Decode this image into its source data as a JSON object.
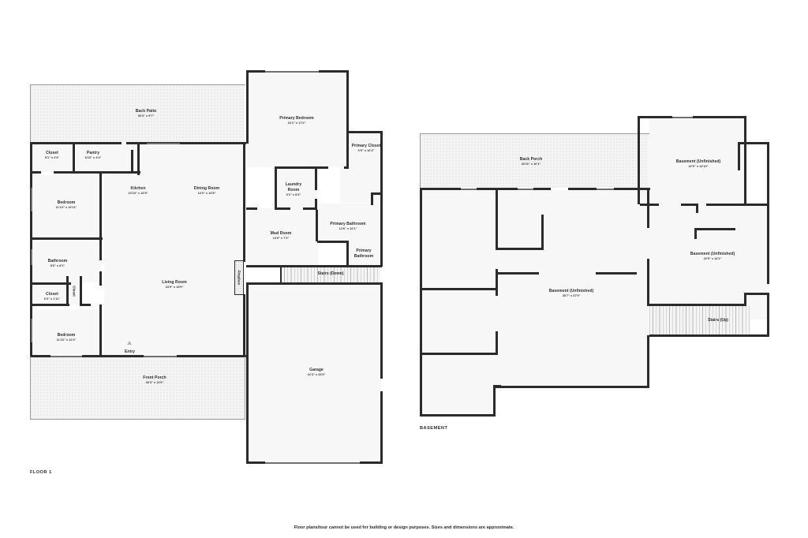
{
  "document": {
    "type": "real-estate-floor-plan",
    "footer_note": "Floor plans/tour cannot be used for building or design purposes. Sizes and dimensions are approximate.",
    "background_color": "#ffffff",
    "wall_color": "#2b2b2b",
    "room_fill": "#f7f7f7",
    "porch_fill": "#f4f4f4"
  },
  "floors": [
    {
      "tag": "FLOOR 1",
      "rooms": [
        {
          "name": "Back Patio",
          "dimensions": "36'3\" x 9'7\""
        },
        {
          "name": "Closet",
          "dimensions": "5'1\" x 4'4\""
        },
        {
          "name": "Pantry",
          "dimensions": "8'10\" x 4'4\""
        },
        {
          "name": "Bedroom",
          "dimensions": "11'10\" x 10'11\""
        },
        {
          "name": "Kitchen",
          "dimensions": "10'10\" x 16'5\""
        },
        {
          "name": "Dining Room",
          "dimensions": "13'0\" x 16'5\""
        },
        {
          "name": "Primary Bedroom",
          "dimensions": "16'1\" x 17'2\""
        },
        {
          "name": "Primary Closet",
          "dimensions": "6'5\" x 16'3\""
        },
        {
          "name": "Laundry Room",
          "dimensions": "6'1\" x 8'3\""
        },
        {
          "name": "Primary Bathroom",
          "dimensions": "12'6\" x 10'1\""
        },
        {
          "name": "Primary Bathroom",
          "dimensions": ""
        },
        {
          "name": "Mud Room",
          "dimensions": "10'9\" x 7'2\""
        },
        {
          "name": "Bathroom",
          "dimensions": "8'6\" x 8'1\""
        },
        {
          "name": "Closet",
          "dimensions": "6'0\" x 1'11\""
        },
        {
          "name": "Closet",
          "dimensions": ""
        },
        {
          "name": "Living Room",
          "dimensions": "23'9\" x 15'9\""
        },
        {
          "name": "Bedroom",
          "dimensions": "11'10\" x 12'4\""
        },
        {
          "name": "Front Porch",
          "dimensions": "36'3\" x 12'6\""
        },
        {
          "name": "Garage",
          "dimensions": "22'4\" x 33'9\""
        },
        {
          "name": "Stairs (Down)",
          "dimensions": ""
        },
        {
          "name": "Fireplace",
          "dimensions": ""
        },
        {
          "name": "Entry",
          "dimensions": ""
        }
      ]
    },
    {
      "tag": "BASEMENT",
      "rooms": [
        {
          "name": "Back Porch",
          "dimensions": "30'11\" x 10'1\""
        },
        {
          "name": "Basement (Unfinished)",
          "dimensions": "22'9\" x 14'10\""
        },
        {
          "name": "Basement (Unfinished)",
          "dimensions": "22'9\" x 16'2\""
        },
        {
          "name": "Basement (Unfinished)",
          "dimensions": "35'7\" x 37'9\""
        },
        {
          "name": "Stairs (Up)",
          "dimensions": ""
        }
      ]
    }
  ],
  "labels": {
    "back_patio": {
      "name": "Back Patio",
      "dim": "36'3\" x 9'7\""
    },
    "closet_top": {
      "name": "Closet",
      "dim": "5'1\" x 4'4\""
    },
    "pantry": {
      "name": "Pantry",
      "dim": "8'10\" x 4'4\""
    },
    "bedroom_upper": {
      "name": "Bedroom",
      "dim": "11'10\" x 10'11\""
    },
    "kitchen": {
      "name": "Kitchen",
      "dim": "10'10\" x 16'5\""
    },
    "dining_room": {
      "name": "Dining Room",
      "dim": "13'0\" x 16'5\""
    },
    "primary_bedroom": {
      "name": "Primary Bedroom",
      "dim": "16'1\" x 17'2\""
    },
    "primary_closet": {
      "name": "Primary Closet",
      "dim": "6'5\" x 16'3\""
    },
    "laundry_room": {
      "name1": "Laundry",
      "name2": "Room",
      "dim": "6'1\" x 8'3\""
    },
    "primary_bathroom": {
      "name": "Primary Bathroom",
      "dim": "12'6\" x 10'1\""
    },
    "primary_bath_small": {
      "name1": "Primary",
      "name2": "Bathroom"
    },
    "mud_room": {
      "name": "Mud Room",
      "dim": "10'9\" x 7'2\""
    },
    "bathroom": {
      "name": "Bathroom",
      "dim": "8'6\" x 8'1\""
    },
    "closet_lower": {
      "name": "Closet",
      "dim": "6'0\" x 1'11\""
    },
    "closet_vertical": {
      "name": "Closet"
    },
    "living_room": {
      "name": "Living Room",
      "dim": "23'9\" x 15'9\""
    },
    "bedroom_lower": {
      "name": "Bedroom",
      "dim": "11'10\" x 12'4\""
    },
    "front_porch": {
      "name": "Front Porch",
      "dim": "36'3\" x 12'6\""
    },
    "garage": {
      "name": "Garage",
      "dim": "22'4\" x 33'9\""
    },
    "stairs_down": {
      "name": "Stairs (Down)"
    },
    "fireplace": {
      "name": "Fireplace"
    },
    "entry": {
      "name": "Entry"
    },
    "back_porch": {
      "name": "Back Porch",
      "dim": "30'11\" x 10'1\""
    },
    "basement_ne": {
      "name": "Basement (Unfinished)",
      "dim": "22'9\" x 14'10\""
    },
    "basement_e": {
      "name": "Basement (Unfinished)",
      "dim": "22'9\" x 16'2\""
    },
    "basement_main": {
      "name": "Basement (Unfinished)",
      "dim": "35'7\" x 37'9\""
    },
    "stairs_up": {
      "name": "Stairs (Up)"
    },
    "floor1_tag": {
      "name": "FLOOR 1"
    },
    "basement_tag": {
      "name": "BASEMENT"
    }
  }
}
